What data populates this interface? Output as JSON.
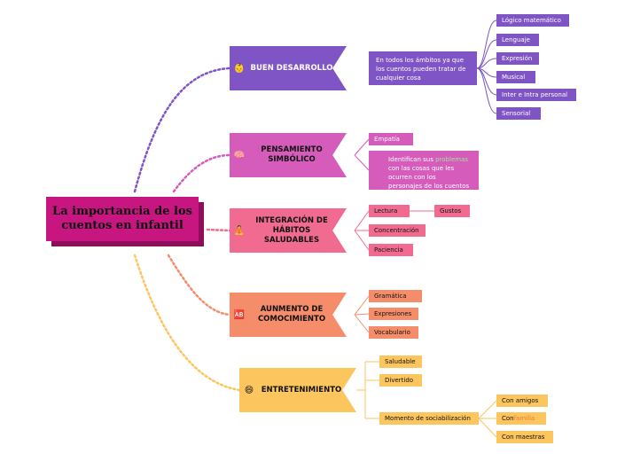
{
  "root": {
    "title": "La importancia de los cuentos en infantil"
  },
  "branches": [
    {
      "label": "BUEN DESARROLLO",
      "icon": "baby-face-icon",
      "emoji": "👶",
      "color": "#7f55c6",
      "note": {
        "pre": "En todos los ámbitos ya que los cuentos pueden tratar de cualquier cosa"
      },
      "leaves": [
        "Lógico matemático",
        "Lenguaje",
        "Expresión",
        "Musical",
        "Inter e Intra personal",
        "Sensorial"
      ]
    },
    {
      "label": "PENSAMIENTO SIMBÓLICO",
      "icon": "brain-icon",
      "emoji": "🧠",
      "color": "#d65cbb",
      "leaves": [
        "Empatía"
      ],
      "note": {
        "pre": "Identifican sus ",
        "highlight": "problemas",
        "post": " con las cosas que les ocurren con los personajes de los cuentos"
      }
    },
    {
      "label": "INTEGRACIÓN DE HÁBITOS SALUDABLES",
      "icon": "meditation-icon",
      "emoji": "🧘",
      "color": "#f06b8f",
      "leaves": [
        "Lectura",
        "Concentración",
        "Paciencia"
      ],
      "sub": "Gustos"
    },
    {
      "label": "AUNMENTO DE COMOCIMIENTO",
      "icon": "ab-icon",
      "emoji": "🆎",
      "color": "#f58d6b",
      "leaves": [
        "Gramática",
        "Expresiones",
        "Vocabulario"
      ]
    },
    {
      "label": "ENTRETENIMIENTO",
      "icon": "grin-face-icon",
      "emoji": "😄",
      "color": "#fcc55d",
      "leaves": [
        "Saludable",
        "Divertido",
        "Momento de sociabilización"
      ],
      "sub_leaves": [
        {
          "text": "Con amigos"
        },
        {
          "pre": "Con ",
          "highlight": "familia"
        },
        {
          "text": "Con maestras"
        }
      ]
    }
  ]
}
